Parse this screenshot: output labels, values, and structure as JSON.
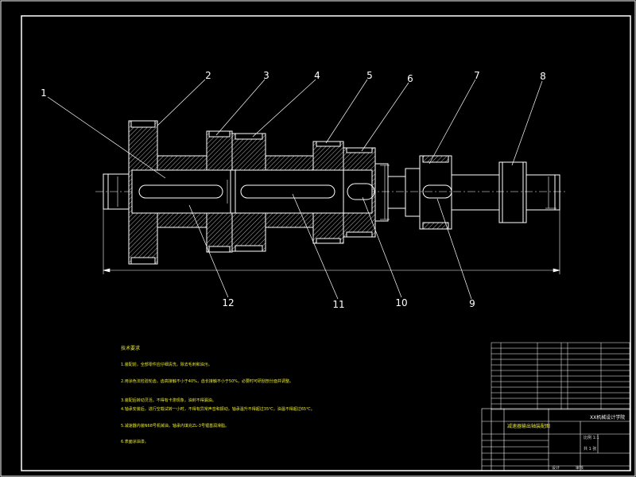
{
  "drawing": {
    "colors": {
      "background": "#000000",
      "lines": "#ffffff",
      "notes": "#e8e830",
      "dim": "#ffffff"
    },
    "balloons": [
      "1",
      "2",
      "3",
      "4",
      "5",
      "6",
      "7",
      "8",
      "9",
      "10",
      "11",
      "12"
    ],
    "notes": {
      "title": "技术要求",
      "lines": [
        "1.装配前，全部零件应仔细清洗，除去毛刺和油污。",
        "2.用涂色法检验轮齿，齿高接触不小于40%，齿长接触不小于50%，必要时可研刮剖分面并调整。",
        "3.装配后转动灵活，不得有卡滞现象，油封不得漏油。",
        "4.轴承安装后，进行空载试转一小时，不得有异常声音和振动，轴承温升不得超过35℃，油温不得超过65℃。",
        "5.减速器内装N68号机械油，轴承内填充ZL-3号锂基润滑脂。",
        "6.表面涂油漆。"
      ]
    },
    "title_block": {
      "part_title": "减速器输出轴装配图",
      "school": "XX机械设计学院",
      "scale": "比例 1:1",
      "drawn_by": "设计",
      "checked_by": "审核",
      "sheet": "共 1 张"
    }
  }
}
